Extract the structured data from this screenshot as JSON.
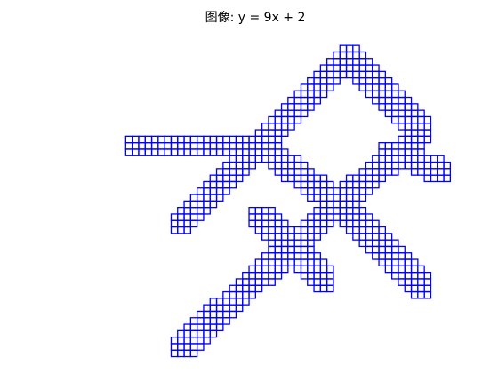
{
  "chart_data": {
    "type": "scatter",
    "marker": "square-outline",
    "title": "图像: y = 9x + 2",
    "axes_visible": false,
    "grid": false,
    "color": "#0000ff",
    "strokes": [
      [
        [
          0,
          9
        ],
        [
          13.5,
          22.5
        ],
        [
          25,
          11
        ],
        [
          12,
          0
        ],
        [
          0,
          9
        ]
      ],
      [
        [
          0,
          9
        ],
        [
          -12,
          -3
        ]
      ],
      [
        [
          0,
          9
        ],
        [
          -19,
          9
        ]
      ],
      [
        [
          12,
          0
        ],
        [
          25,
          -13
        ]
      ],
      [
        [
          12,
          0
        ],
        [
          -12,
          -22
        ]
      ],
      [
        [
          0,
          -2
        ],
        [
          10,
          -12
        ]
      ],
      [
        [
          20,
          8
        ],
        [
          28,
          5
        ]
      ]
    ],
    "pen_width": 2
  }
}
